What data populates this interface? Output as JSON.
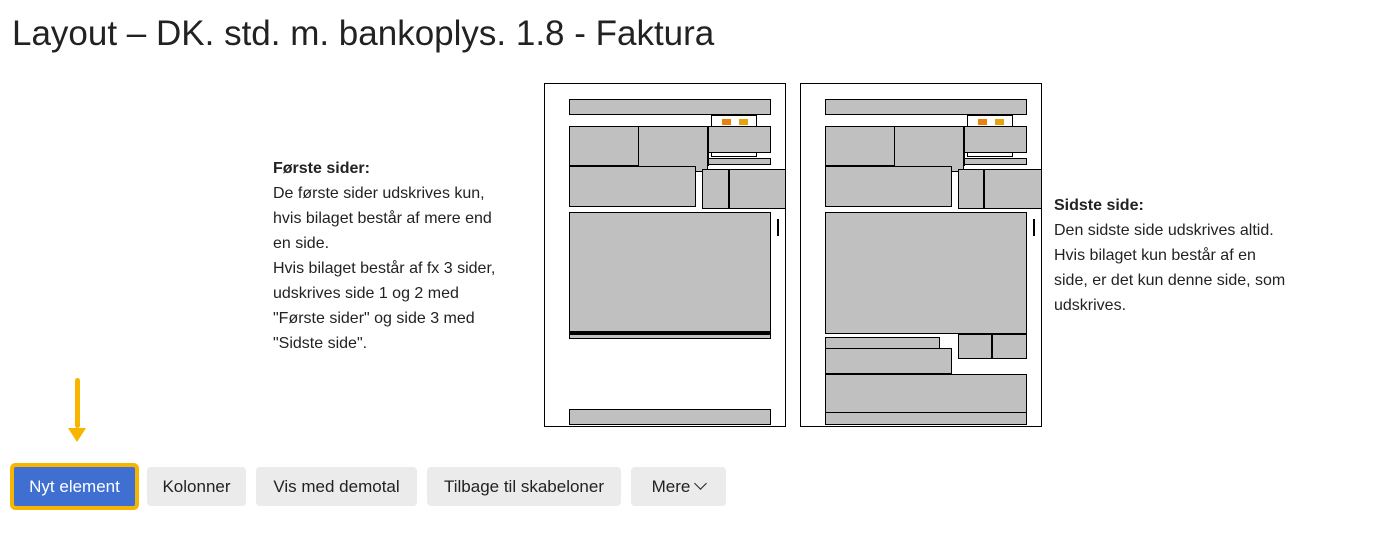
{
  "title": "Layout – DK. std. m. bankoplys. 1.8 - Faktura",
  "first_pages": {
    "heading": "Første sider:",
    "lines": [
      "De første sider udskrives kun,",
      "hvis bilaget består af mere end",
      "en side.",
      "Hvis bilaget består af fx 3 sider,",
      "udskrives side 1 og 2 med",
      "\"Første sider\" og side 3 med",
      "\"Sidste side\"."
    ]
  },
  "last_page": {
    "heading": "Sidste side:",
    "lines": [
      "Den sidste side udskrives altid.",
      "Hvis bilaget kun består af en",
      "side, er det kun denne side, som",
      "udskrives."
    ]
  },
  "buttons": {
    "new_element": "Nyt element",
    "columns": "Kolonner",
    "show_demo": "Vis med demotal",
    "back": "Tilbage til skabeloner",
    "more": "Mere"
  },
  "colors": {
    "primary": "#3f6fd1",
    "highlight": "#f7b500",
    "block": "#c0c0c0"
  }
}
